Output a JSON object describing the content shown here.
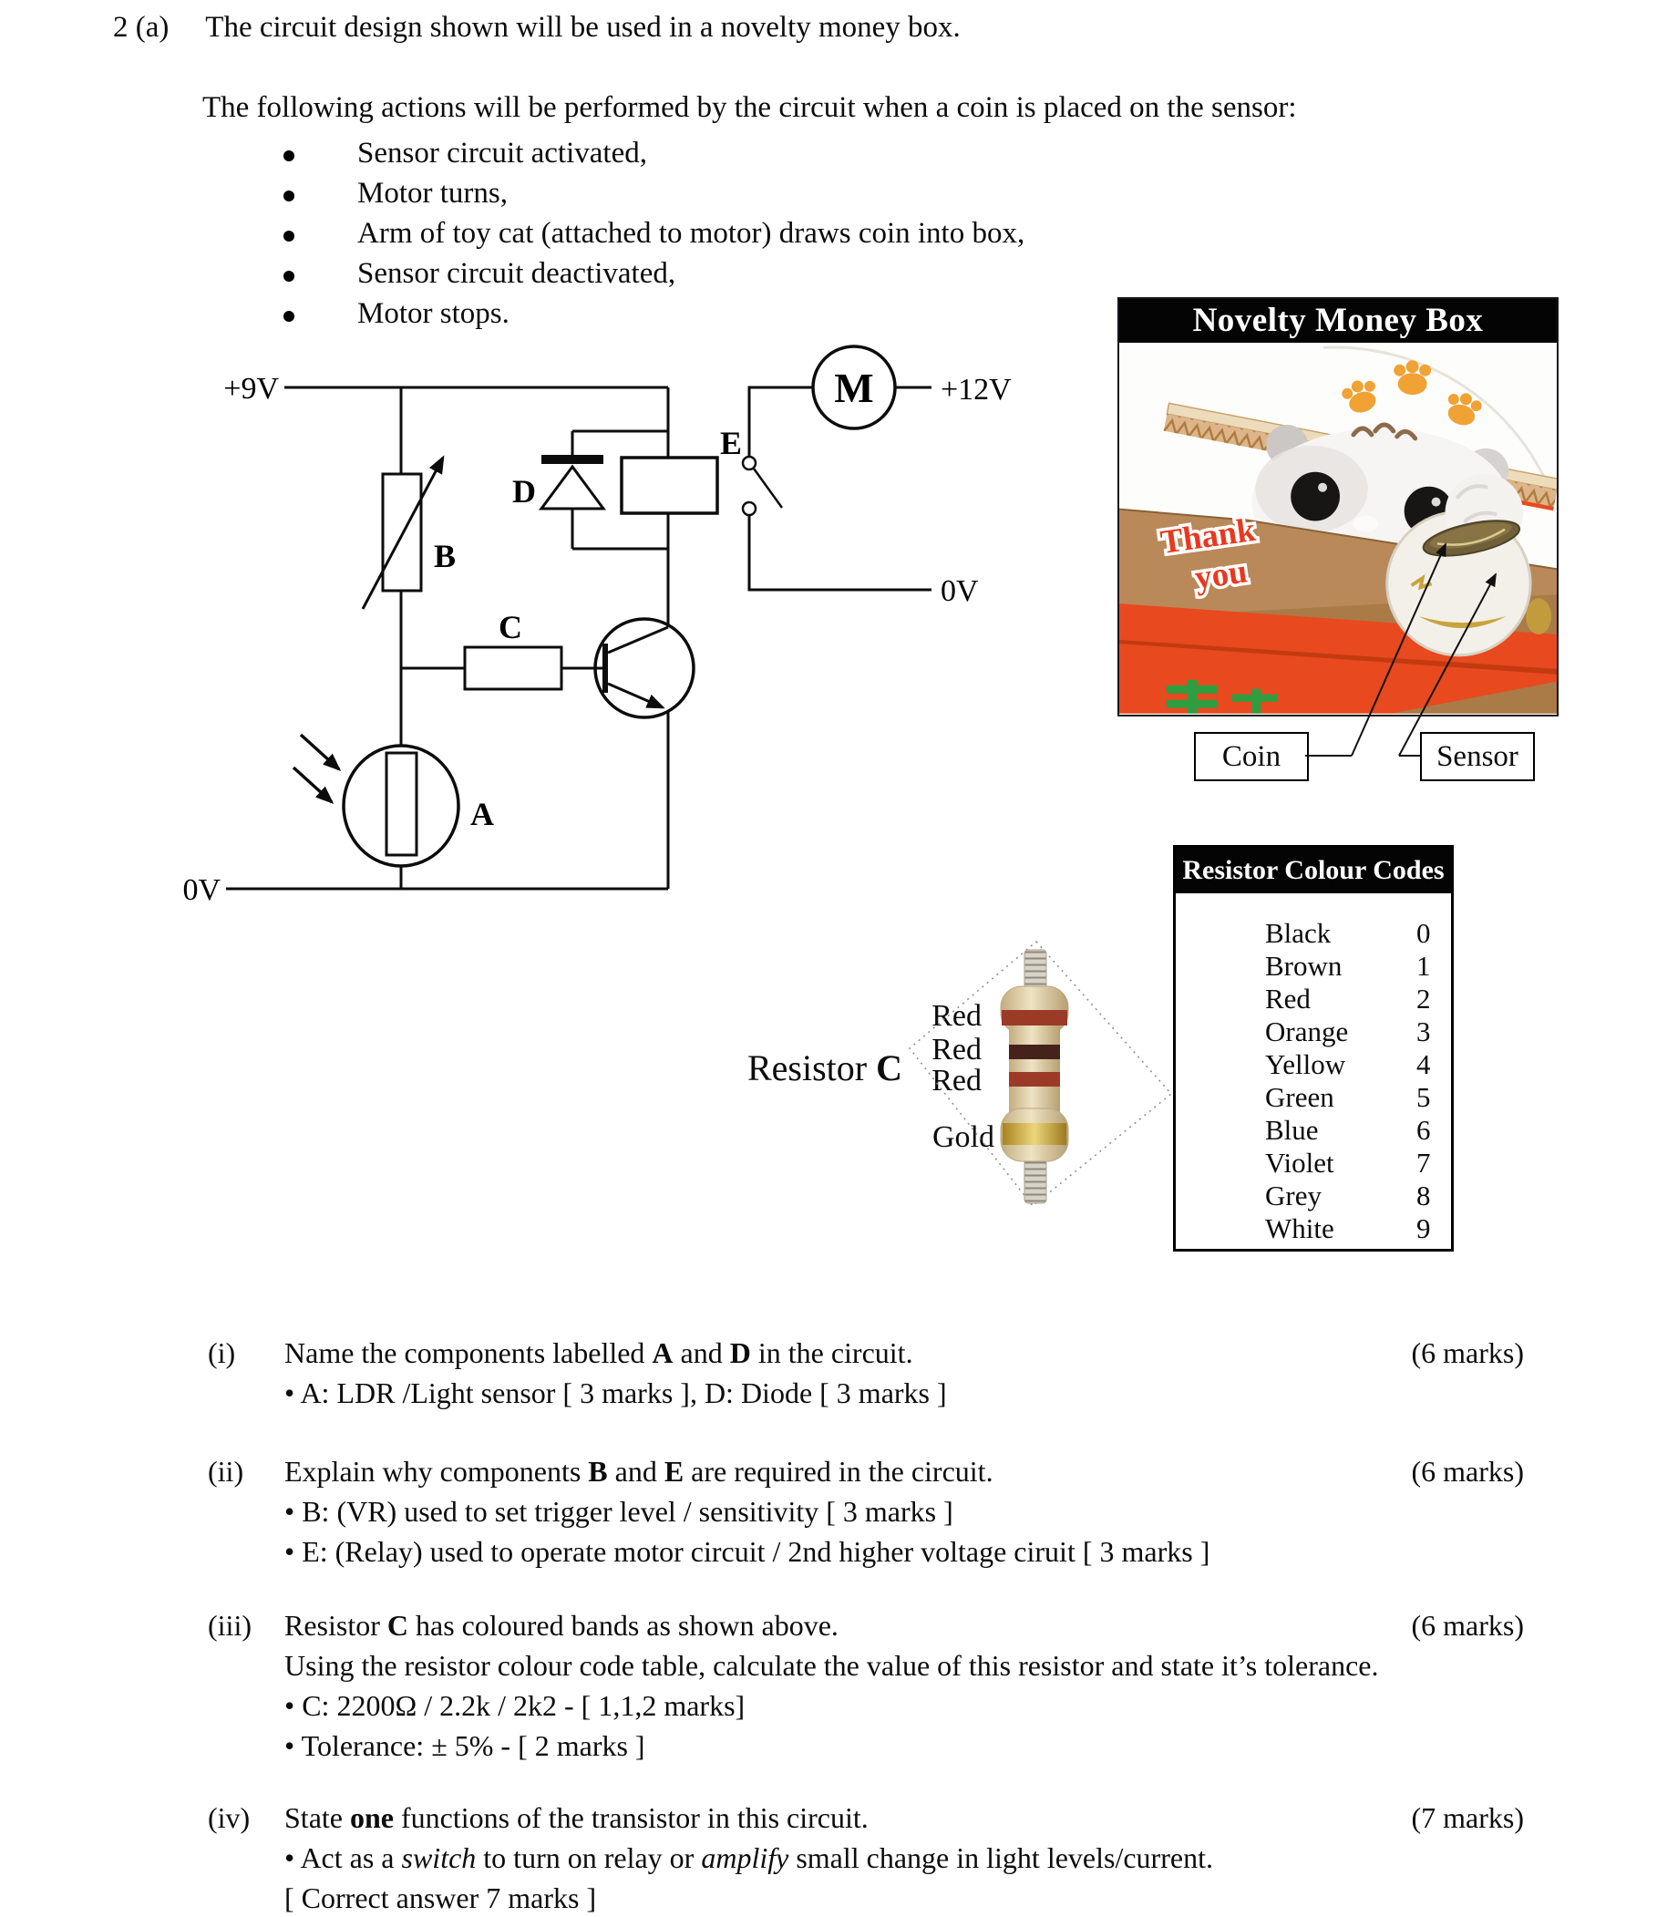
{
  "page": {
    "number": "2 (a)",
    "intro": "The circuit design shown will be used in a novelty money box.",
    "actions_intro": "The following actions will be performed by the circuit when a coin is placed on the sensor:",
    "actions": [
      "Sensor circuit activated,",
      "Motor turns,",
      "Arm of toy cat (attached to motor) draws coin into box,",
      "Sensor circuit deactivated,",
      "Motor stops."
    ]
  },
  "circuit": {
    "supply_positive": "+9V",
    "supply_zero": "0V",
    "motor": "M",
    "motor_positive": "+12V",
    "motor_zero": "0V",
    "component_a": "A",
    "component_b": "B",
    "component_c": "C",
    "component_d": "D",
    "component_e": "E"
  },
  "photo": {
    "title": "Novelty Money Box",
    "sticker_line1": "Thank",
    "sticker_line2": "you",
    "callouts": {
      "coin": "Coin",
      "sensor": "Sensor"
    },
    "colors": {
      "title_bg": "#040404",
      "box_brown": "#b9895a",
      "accent_red": "#e8491f",
      "paw_orange": "#f0a235",
      "sticker_red": "#e8391f",
      "leaf_green": "#2e9e40"
    }
  },
  "resistor_figure": {
    "caption_prefix": "Resistor ",
    "caption_bold": "C",
    "band_labels": [
      "Red",
      "Red",
      "Red"
    ],
    "tolerance_label": "Gold",
    "band_colors": [
      "#9c3a28",
      "#45221a",
      "#9c3a28"
    ],
    "gold_color": "#cfa12e"
  },
  "colour_table": {
    "title": "Resistor Colour Codes",
    "rows": [
      {
        "name": "Black",
        "value": "0"
      },
      {
        "name": "Brown",
        "value": "1"
      },
      {
        "name": "Red",
        "value": "2"
      },
      {
        "name": "Orange",
        "value": "3"
      },
      {
        "name": "Yellow",
        "value": "4"
      },
      {
        "name": "Green",
        "value": "5"
      },
      {
        "name": "Blue",
        "value": "6"
      },
      {
        "name": "Violet",
        "value": "7"
      },
      {
        "name": "Grey",
        "value": "8"
      },
      {
        "name": "White",
        "value": "9"
      }
    ]
  },
  "questions": [
    {
      "num": "(i)",
      "marks": "(6 marks)",
      "text": [
        {
          "t": "Name the components labelled "
        },
        {
          "t": "A",
          "b": 1
        },
        {
          "t": " and "
        },
        {
          "t": "D",
          "b": 1
        },
        {
          "t": " in the circuit."
        }
      ],
      "lines": [
        [
          {
            "t": "• A: LDR /Light sensor [ 3 marks ], D: Diode [ 3 marks ]"
          }
        ]
      ]
    },
    {
      "num": "(ii)",
      "marks": "(6 marks)",
      "text": [
        {
          "t": "Explain why components "
        },
        {
          "t": "B",
          "b": 1
        },
        {
          "t": " and "
        },
        {
          "t": "E",
          "b": 1
        },
        {
          "t": " are required in the circuit."
        }
      ],
      "lines": [
        [
          {
            "t": "• B: (VR) used to set trigger level / sensitivity [ 3 marks ]"
          }
        ],
        [
          {
            "t": "• E: (Relay) used to operate motor circuit / 2nd higher voltage ciruit [ 3 marks ]"
          }
        ]
      ]
    },
    {
      "num": "(iii)",
      "marks": "(6 marks)",
      "text": [
        {
          "t": "Resistor "
        },
        {
          "t": "C",
          "b": 1
        },
        {
          "t": " has coloured bands as shown above."
        }
      ],
      "lines": [
        [
          {
            "t": "Using the resistor colour code table, calculate the value of this resistor and state it’s tolerance."
          }
        ],
        [
          {
            "t": "• C: 2200Ω / 2.2k / 2k2  - [ 1,1,2 marks]"
          }
        ],
        [
          {
            "t": "• Tolerance: ± 5% - [ 2 marks ]"
          }
        ]
      ]
    },
    {
      "num": "(iv)",
      "marks": "(7 marks)",
      "text": [
        {
          "t": "State "
        },
        {
          "t": "one",
          "b": 1
        },
        {
          "t": " functions of the transistor in this circuit."
        }
      ],
      "lines": [
        [
          {
            "t": "• Act as a "
          },
          {
            "t": "switch",
            "i": 1
          },
          {
            "t": " to turn on relay or "
          },
          {
            "t": "amplify",
            "i": 1
          },
          {
            "t": " small change in light levels/current."
          }
        ],
        [
          {
            "t": "[ Correct answer 7 marks ]"
          }
        ]
      ]
    }
  ]
}
